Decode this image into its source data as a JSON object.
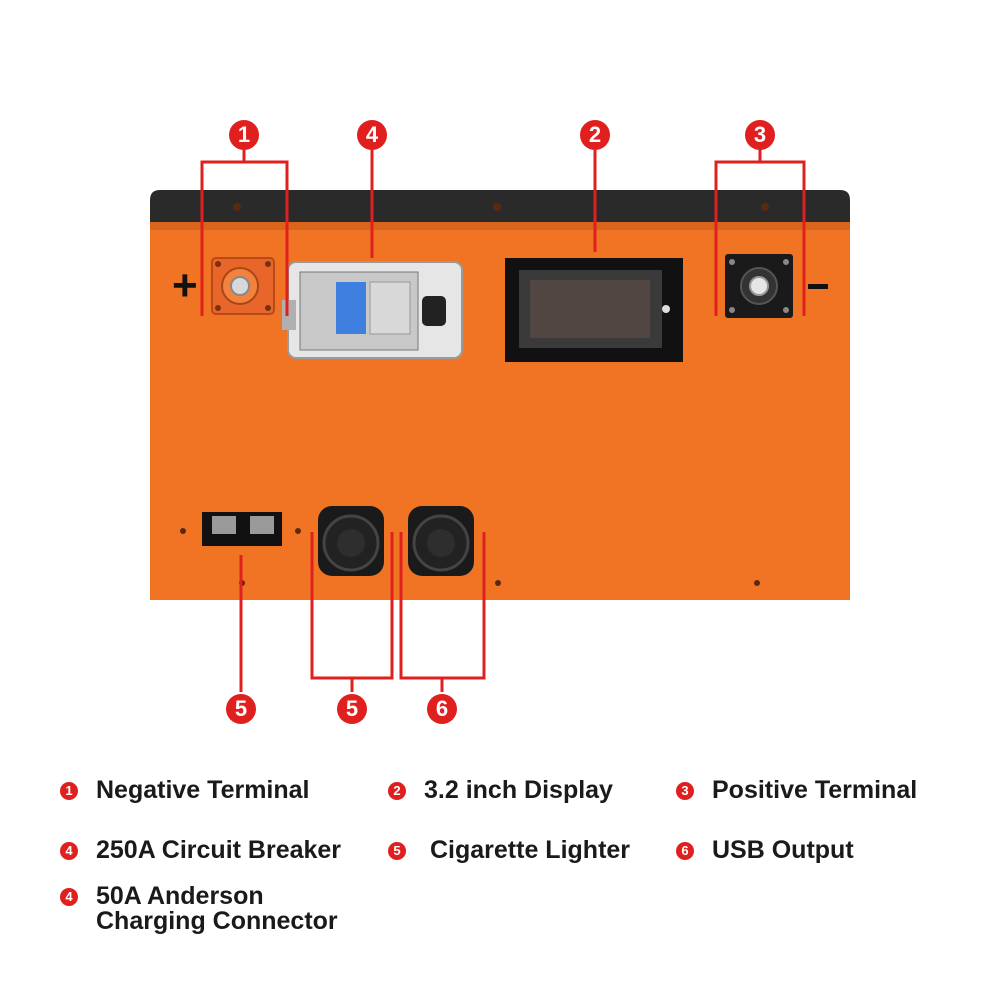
{
  "markers": {
    "m1": "1",
    "m2": "2",
    "m3": "3",
    "m4": "4",
    "m5a": "5",
    "m5b": "5",
    "m6": "6"
  },
  "panel": {
    "plus_sign": "+",
    "minus_sign": "-",
    "body_color": "#f07423",
    "lid_color": "#2a2a2a",
    "callout_color": "#e01f1f"
  },
  "legend": [
    {
      "number": "1",
      "label": "Negative Terminal"
    },
    {
      "number": "2",
      "label": "3.2 inch Display"
    },
    {
      "number": "3",
      "label": "Positive Terminal"
    },
    {
      "number": "4",
      "label": "250A Circuit Breaker"
    },
    {
      "number": "5",
      "label": "Cigarette Lighter"
    },
    {
      "number": "6",
      "label": "USB Output"
    },
    {
      "number": "4",
      "label": "50A Anderson\nCharging Connector"
    }
  ]
}
